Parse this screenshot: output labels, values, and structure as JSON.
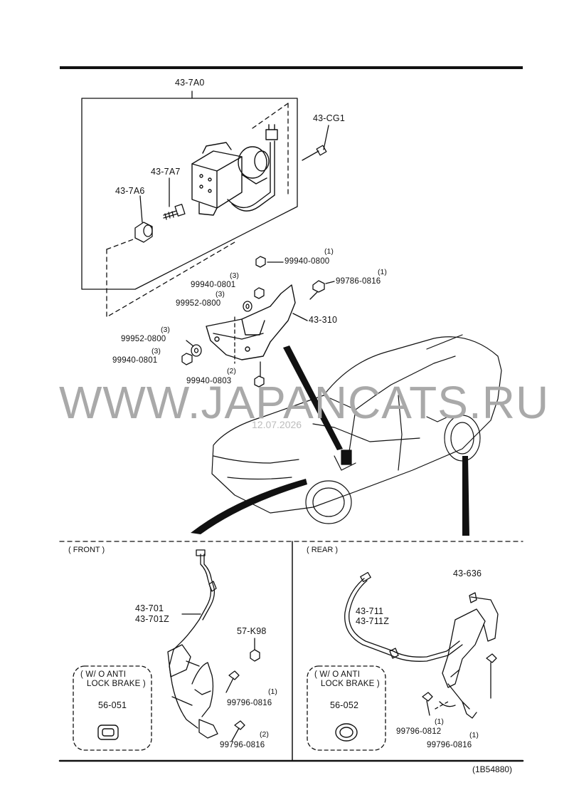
{
  "watermark": {
    "text": "WWW.JAPANCATS.RU",
    "date": "12.07.2026"
  },
  "parts": {
    "p437A0": "43-7A0",
    "p43CG1": "43-CG1",
    "p437A7": "43-7A7",
    "p437A6": "43-7A6",
    "p99940_0800": "99940-0800",
    "p99940_0800_q": "(1)",
    "p99786_0816": "99786-0816",
    "p99786_0816_q": "(1)",
    "p99940_0801a": "99940-0801",
    "p99940_0801a_q": "(3)",
    "p99952_0800a": "99952-0800",
    "p99952_0800a_q": "(3)",
    "p43310": "43-310",
    "p99952_0800b": "99952-0800",
    "p99952_0800b_q": "(3)",
    "p99940_0801b": "99940-0801",
    "p99940_0801b_q": "(3)",
    "p99940_0803": "99940-0803",
    "p99940_0803_q": "(2)"
  },
  "front": {
    "title": "( FRONT )",
    "p43701": "43-701",
    "p43701Z": "43-701Z",
    "p57K98": "57-K98",
    "p99796_0816a": "99796-0816",
    "p99796_0816a_q": "(1)",
    "p99796_0816b": "99796-0816",
    "p99796_0816b_q": "(2)",
    "wo_line1": "( W/ O ANTI",
    "wo_line2": "LOCK BRAKE )",
    "p56051": "56-051"
  },
  "rear": {
    "title": "( REAR )",
    "p43636": "43-636",
    "p43711": "43-711",
    "p43711Z": "43-711Z",
    "p99796_0812": "99796-0812",
    "p99796_0812_q": "(1)",
    "p99796_0816": "99796-0816",
    "p99796_0816_q": "(1)",
    "wo_line1": "( W/ O ANTI",
    "wo_line2": "LOCK BRAKE )",
    "p56052": "56-052"
  },
  "footer_code": "(1B54880)"
}
